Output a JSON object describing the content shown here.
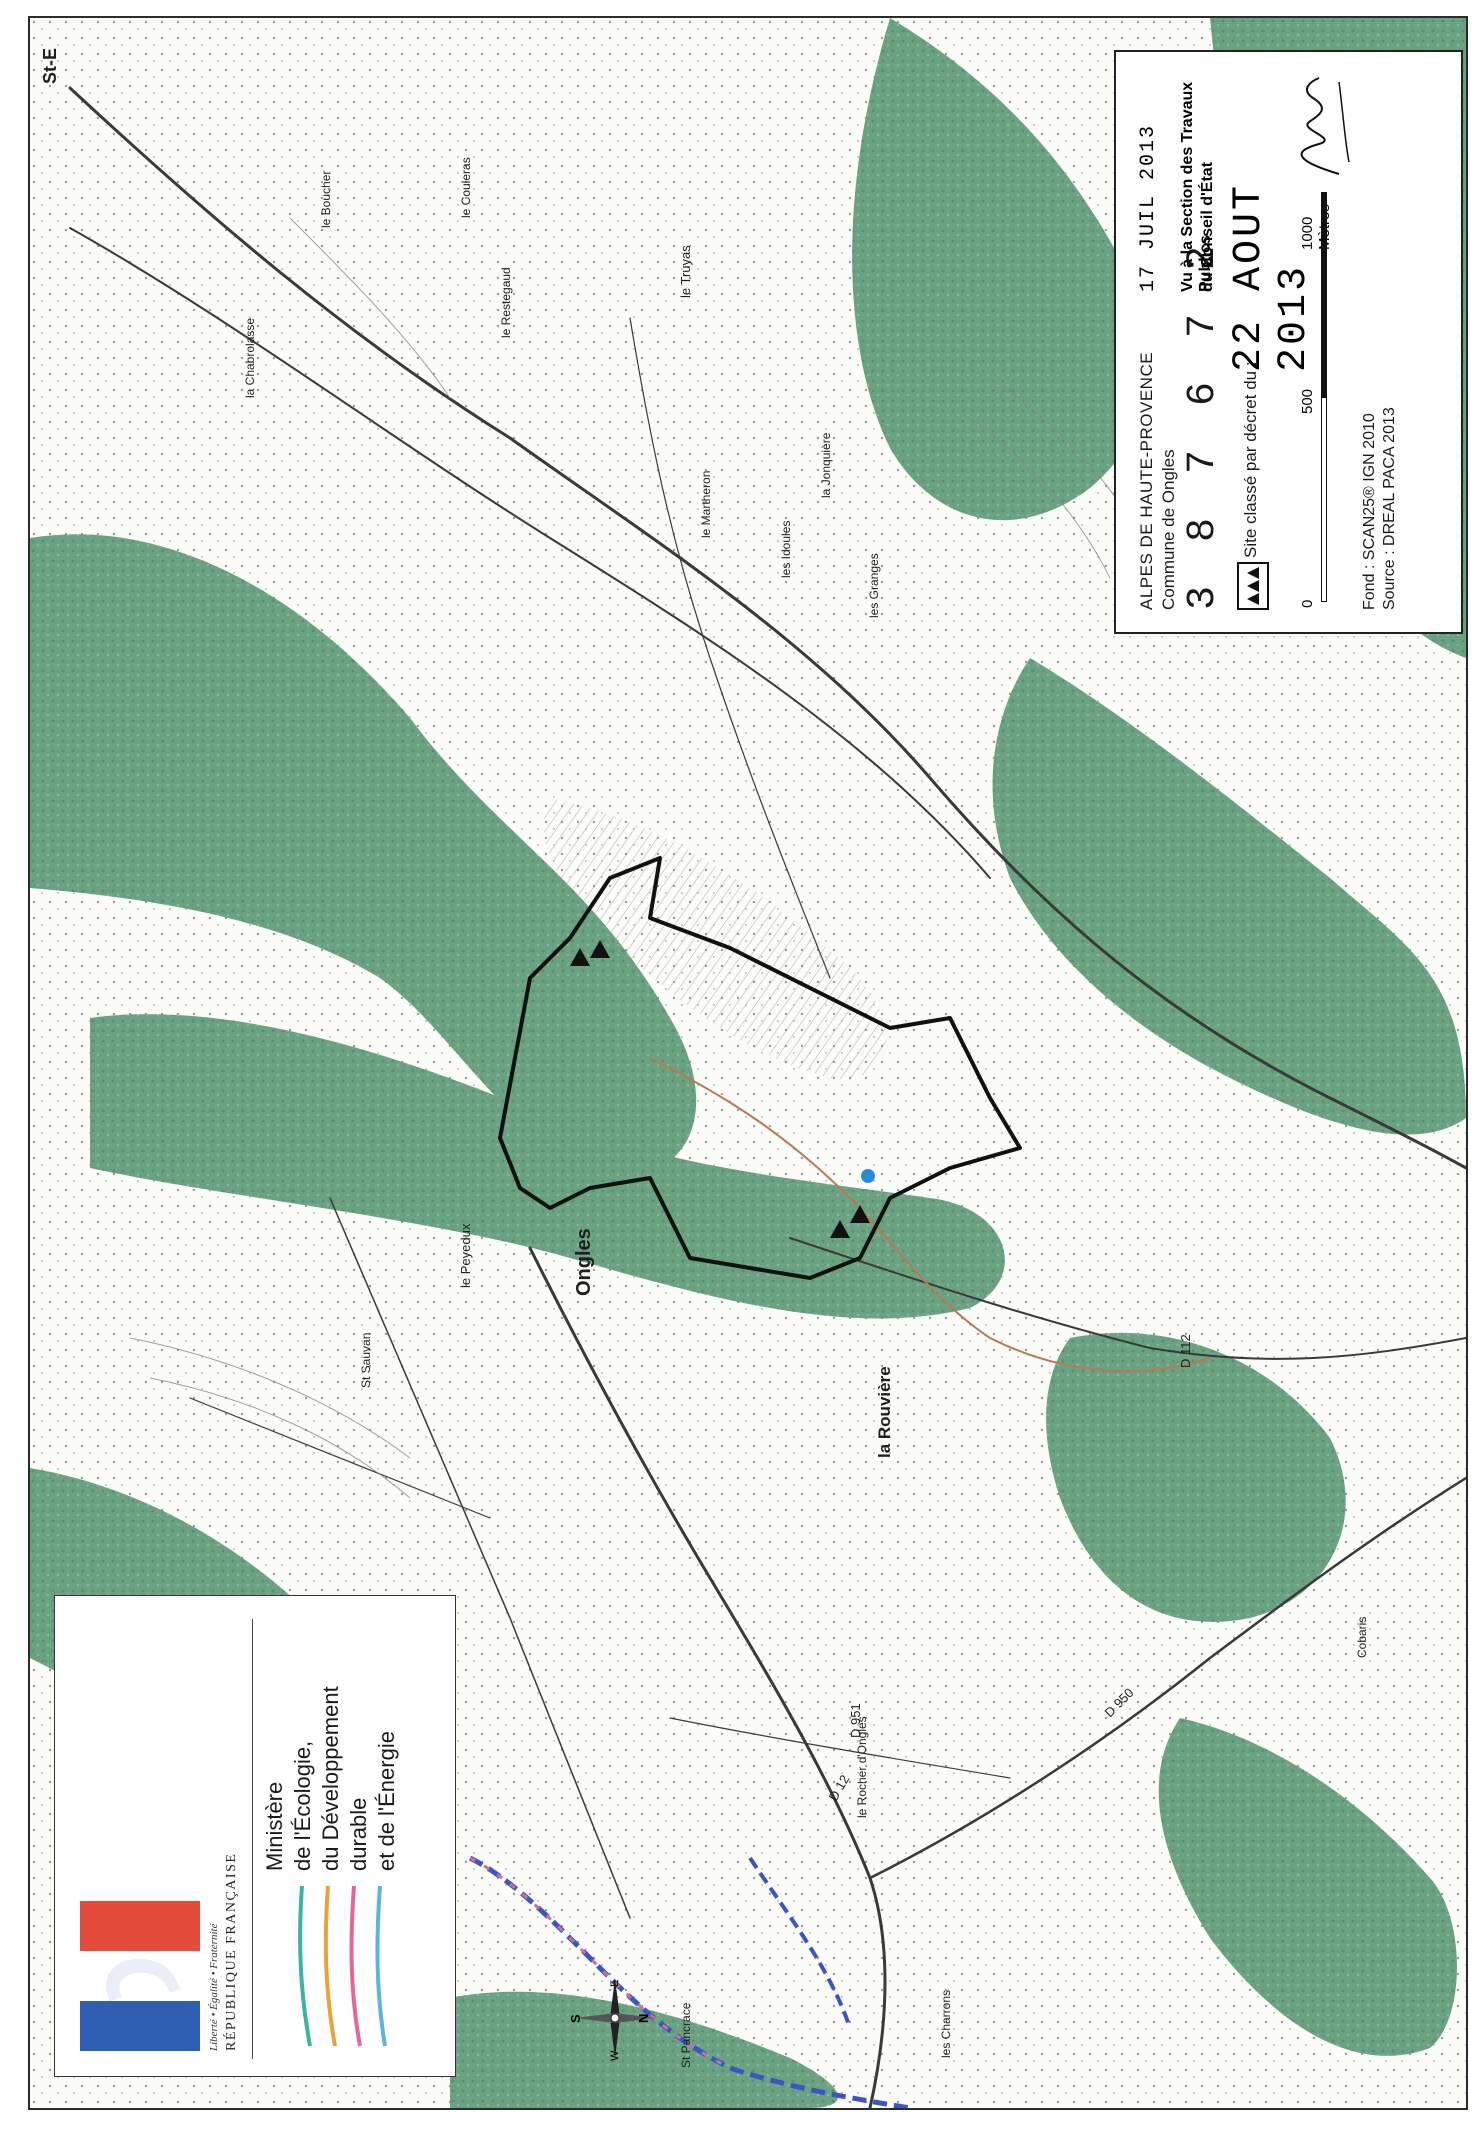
{
  "legend": {
    "department": "ALPES DE HAUTE-PROVENCE",
    "commune": "Commune de Ongles",
    "stamp_number": "3 8 7 6 7 2",
    "vu_text": "VU à la Section des Travaux Publics du Conseil d'État",
    "stamp_top": "17 JUIL 2013",
    "site_label": "Site classé par décret du :",
    "decree_date": "22 AOUT 2013",
    "scale_0": "0",
    "scale_500": "500",
    "scale_1000": "1000 Mètres",
    "fond": "Fond : SCAN25® IGN 2010",
    "source": "Source : DREAL PACA 2013",
    "section_line1": "Vu à la Section des Travaux Publics",
    "section_line2": "du Conseil d'État"
  },
  "ministry": {
    "motto": "Liberté • Égalité • Fraternité",
    "republic": "RÉPUBLIQUE FRANÇAISE",
    "line1": "Ministère",
    "line2": "de l'Écologie,",
    "line3": "du Développement",
    "line4": "durable",
    "line5": "et de l'Énergie"
  },
  "places": {
    "ongles": "Ongles",
    "rouviere": "la Rouvière",
    "peyedux": "le Peyedux",
    "forest_label": "les Granges",
    "truyas": "le Truyas",
    "roche": "le Rocher d'Ongles",
    "boucher": "le Boucher",
    "restegaud": "le Restegaud",
    "pancrace": "St Pancrace",
    "charrons": "les Charrons",
    "chabroles": "la Chabrolasse",
    "couleras": "le Couleras",
    "martheron": "le Martheron",
    "jonquiere": "la Jonquière",
    "idoules": "les Idoules",
    "cobaris": "Cobaris",
    "sauvan": "St Sauvan",
    "st_etienne": "St-E"
  },
  "roads": {
    "d12": "D 12",
    "d112": "D 112",
    "d951": "D 951",
    "d950": "D 950"
  },
  "compass": {
    "n": "N",
    "s": "S",
    "e": "E",
    "w": "W"
  },
  "colors": {
    "forest": "#5f9b78",
    "forest_dark": "#3f7d5a",
    "boundary": "#111111",
    "dept_border": "#3b56c4",
    "dept_border_pink": "#d46aa0",
    "road": "#333333",
    "water": "#2b8ad8"
  }
}
